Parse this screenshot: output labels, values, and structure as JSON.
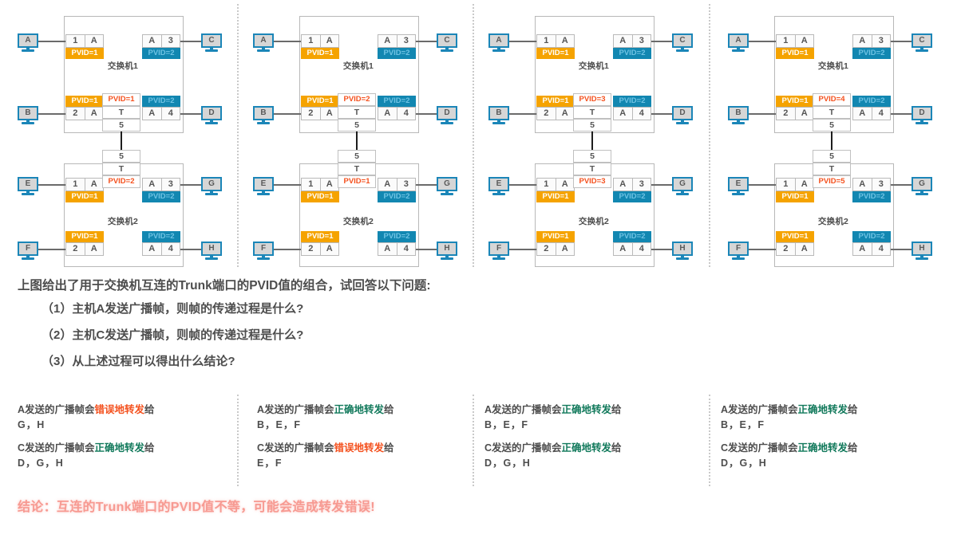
{
  "meta": {
    "colors": {
      "vlan_a": "#F5A300",
      "vlan_b": "#1287B1",
      "trunk_red": "#F4511E",
      "correct_green": "#11795B",
      "wrong_orange": "#F4511E",
      "conclusion_pink": "#F79A92",
      "host_icon_blue": "#1b86b8",
      "box_border": "#b8b8b8"
    }
  },
  "question": {
    "title": "上图给出了用于交换机互连的Trunk端口的PVID值的组合，试回答以下问题:",
    "items": [
      "（1）主机A发送广播帧，则帧的传递过程是什么?",
      "（2）主机C发送广播帧，则帧的传递过程是什么?",
      "（3）从上述过程可以得出什么结论?"
    ]
  },
  "conclusion": "结论：互连的Trunk端口的PVID值不等，可能会造成转发错误!",
  "panels": [
    {
      "id": "panel-1",
      "switch_top": {
        "label": "交换机1",
        "ports": [
          {
            "num": "1",
            "tag": "A",
            "order": "num-first",
            "pvid": "PVID=1",
            "pvid_style": "orange",
            "host": "A"
          },
          {
            "num": "2",
            "tag": "A",
            "order": "num-first",
            "pvid": "PVID=1",
            "pvid_style": "orange",
            "host": "B"
          },
          {
            "num": "3",
            "tag": "A",
            "order": "tag-first",
            "pvid": "PVID=2",
            "pvid_style": "blue",
            "host": "C"
          },
          {
            "num": "4",
            "tag": "A",
            "order": "tag-first",
            "pvid": "PVID=2",
            "pvid_style": "blue",
            "host": "D"
          }
        ],
        "trunk": {
          "pvid": "PVID=1",
          "mode": "T",
          "port": "5"
        }
      },
      "switch_bottom": {
        "label": "交换机2",
        "ports": [
          {
            "num": "1",
            "tag": "A",
            "order": "num-first",
            "pvid": "PVID=1",
            "pvid_style": "orange",
            "host": "E"
          },
          {
            "num": "2",
            "tag": "A",
            "order": "num-first",
            "pvid": "PVID=1",
            "pvid_style": "orange",
            "host": "F"
          },
          {
            "num": "3",
            "tag": "A",
            "order": "tag-first",
            "pvid": "PVID=2",
            "pvid_style": "blue",
            "host": "G"
          },
          {
            "num": "4",
            "tag": "A",
            "order": "tag-first",
            "pvid": "PVID=2",
            "pvid_style": "blue",
            "host": "H"
          }
        ],
        "trunk": {
          "port": "5",
          "mode": "T",
          "pvid": "PVID=2"
        }
      },
      "answer": {
        "a_prefix": "A发送的广播帧会",
        "a_verb": "错误地转发",
        "a_verb_style": "bad",
        "a_suffix": "给",
        "a_targets": "G，H",
        "c_prefix": "C发送的广播帧会",
        "c_verb": "正确地转发",
        "c_verb_style": "ok",
        "c_suffix": "给",
        "c_targets": "D，G，H"
      }
    },
    {
      "id": "panel-2",
      "switch_top": {
        "label": "交换机1",
        "ports": [
          {
            "num": "1",
            "tag": "A",
            "order": "num-first",
            "pvid": "PVID=1",
            "pvid_style": "orange",
            "host": "A"
          },
          {
            "num": "2",
            "tag": "A",
            "order": "num-first",
            "pvid": "PVID=1",
            "pvid_style": "orange",
            "host": "B"
          },
          {
            "num": "3",
            "tag": "A",
            "order": "tag-first",
            "pvid": "PVID=2",
            "pvid_style": "blue",
            "host": "C"
          },
          {
            "num": "4",
            "tag": "A",
            "order": "tag-first",
            "pvid": "PVID=2",
            "pvid_style": "blue",
            "host": "D"
          }
        ],
        "trunk": {
          "pvid": "PVID=2",
          "mode": "T",
          "port": "5"
        }
      },
      "switch_bottom": {
        "label": "交换机2",
        "ports": [
          {
            "num": "1",
            "tag": "A",
            "order": "num-first",
            "pvid": "PVID=1",
            "pvid_style": "orange",
            "host": "E"
          },
          {
            "num": "2",
            "tag": "A",
            "order": "num-first",
            "pvid": "PVID=1",
            "pvid_style": "orange",
            "host": "F"
          },
          {
            "num": "3",
            "tag": "A",
            "order": "tag-first",
            "pvid": "PVID=2",
            "pvid_style": "blue",
            "host": "G"
          },
          {
            "num": "4",
            "tag": "A",
            "order": "tag-first",
            "pvid": "PVID=2",
            "pvid_style": "blue",
            "host": "H"
          }
        ],
        "trunk": {
          "port": "5",
          "mode": "T",
          "pvid": "PVID=1"
        }
      },
      "answer": {
        "a_prefix": "A发送的广播帧会",
        "a_verb": "正确地转发",
        "a_verb_style": "ok",
        "a_suffix": "给",
        "a_targets": "B，E，F",
        "c_prefix": "C发送的广播帧会",
        "c_verb": "错误地转发",
        "c_verb_style": "bad",
        "c_suffix": "给",
        "c_targets": "E，F"
      }
    },
    {
      "id": "panel-3",
      "switch_top": {
        "label": "交换机1",
        "ports": [
          {
            "num": "1",
            "tag": "A",
            "order": "num-first",
            "pvid": "PVID=1",
            "pvid_style": "orange",
            "host": "A"
          },
          {
            "num": "2",
            "tag": "A",
            "order": "num-first",
            "pvid": "PVID=1",
            "pvid_style": "orange",
            "host": "B"
          },
          {
            "num": "3",
            "tag": "A",
            "order": "tag-first",
            "pvid": "PVID=2",
            "pvid_style": "blue",
            "host": "C"
          },
          {
            "num": "4",
            "tag": "A",
            "order": "tag-first",
            "pvid": "PVID=2",
            "pvid_style": "blue",
            "host": "D"
          }
        ],
        "trunk": {
          "pvid": "PVID=3",
          "mode": "T",
          "port": "5"
        }
      },
      "switch_bottom": {
        "label": "交换机2",
        "ports": [
          {
            "num": "1",
            "tag": "A",
            "order": "num-first",
            "pvid": "PVID=1",
            "pvid_style": "orange",
            "host": "E"
          },
          {
            "num": "2",
            "tag": "A",
            "order": "num-first",
            "pvid": "PVID=1",
            "pvid_style": "orange",
            "host": "F"
          },
          {
            "num": "3",
            "tag": "A",
            "order": "tag-first",
            "pvid": "PVID=2",
            "pvid_style": "blue",
            "host": "G"
          },
          {
            "num": "4",
            "tag": "A",
            "order": "tag-first",
            "pvid": "PVID=2",
            "pvid_style": "blue",
            "host": "H"
          }
        ],
        "trunk": {
          "port": "5",
          "mode": "T",
          "pvid": "PVID=3"
        }
      },
      "answer": {
        "a_prefix": "A发送的广播帧会",
        "a_verb": "正确地转发",
        "a_verb_style": "ok",
        "a_suffix": "给",
        "a_targets": "B，E，F",
        "c_prefix": "C发送的广播帧会",
        "c_verb": "正确地转发",
        "c_verb_style": "ok",
        "c_suffix": "给",
        "c_targets": "D，G，H"
      }
    },
    {
      "id": "panel-4",
      "switch_top": {
        "label": "交换机1",
        "ports": [
          {
            "num": "1",
            "tag": "A",
            "order": "num-first",
            "pvid": "PVID=1",
            "pvid_style": "orange",
            "host": "A"
          },
          {
            "num": "2",
            "tag": "A",
            "order": "num-first",
            "pvid": "PVID=1",
            "pvid_style": "orange",
            "host": "B"
          },
          {
            "num": "3",
            "tag": "A",
            "order": "tag-first",
            "pvid": "PVID=2",
            "pvid_style": "blue",
            "host": "C"
          },
          {
            "num": "4",
            "tag": "A",
            "order": "tag-first",
            "pvid": "PVID=2",
            "pvid_style": "blue",
            "host": "D"
          }
        ],
        "trunk": {
          "pvid": "PVID=4",
          "mode": "T",
          "port": "5"
        }
      },
      "switch_bottom": {
        "label": "交换机2",
        "ports": [
          {
            "num": "1",
            "tag": "A",
            "order": "num-first",
            "pvid": "PVID=1",
            "pvid_style": "orange",
            "host": "E"
          },
          {
            "num": "2",
            "tag": "A",
            "order": "num-first",
            "pvid": "PVID=1",
            "pvid_style": "orange",
            "host": "F"
          },
          {
            "num": "3",
            "tag": "A",
            "order": "tag-first",
            "pvid": "PVID=2",
            "pvid_style": "blue",
            "host": "G"
          },
          {
            "num": "4",
            "tag": "A",
            "order": "tag-first",
            "pvid": "PVID=2",
            "pvid_style": "blue",
            "host": "H"
          }
        ],
        "trunk": {
          "port": "5",
          "mode": "T",
          "pvid": "PVID=5"
        }
      },
      "answer": {
        "a_prefix": "A发送的广播帧会",
        "a_verb": "正确地转发",
        "a_verb_style": "ok",
        "a_suffix": "给",
        "a_targets": "B，E，F",
        "c_prefix": "C发送的广播帧会",
        "c_verb": "正确地转发",
        "c_verb_style": "ok",
        "c_suffix": "给",
        "c_targets": "D，G，H"
      }
    }
  ]
}
